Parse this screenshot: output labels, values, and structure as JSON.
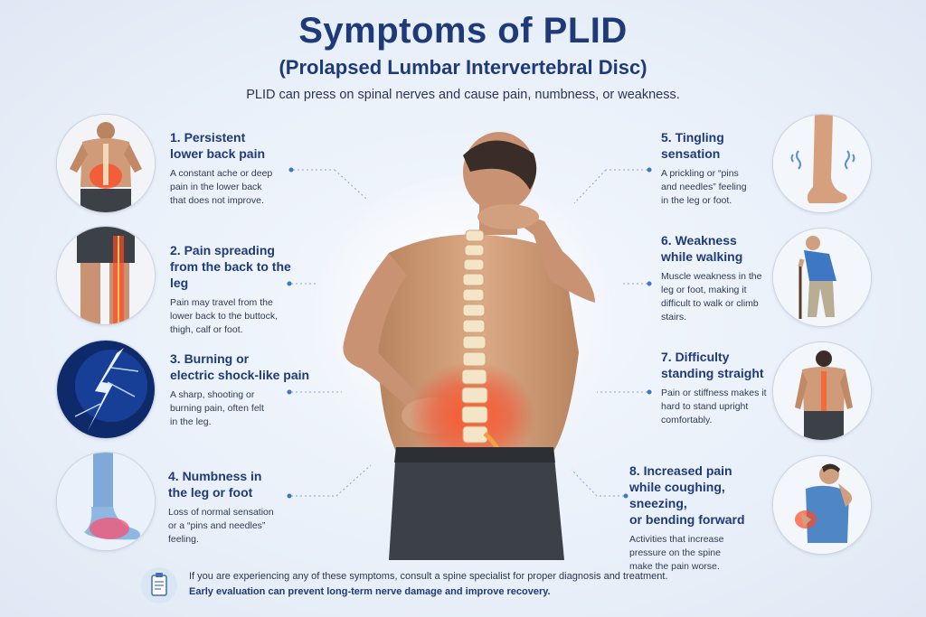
{
  "header": {
    "title": "Symptoms of PLID",
    "subtitle": "(Prolapsed Lumbar Intervertebral Disc)",
    "tagline": "PLID can press on spinal nerves and cause pain, numbness, or weakness."
  },
  "symptoms": [
    {
      "title_line1": "1. Persistent",
      "title_line2": "lower back pain",
      "desc": [
        "A constant ache or deep",
        "pain in the lower back",
        "that does not improve."
      ],
      "icon": "back-pain-icon"
    },
    {
      "title_line1": "2. Pain spreading",
      "title_line2": "from the back to the leg",
      "desc": [
        "Pain may travel from the",
        "lower back to the buttock,",
        "thigh, calf or foot."
      ],
      "icon": "leg-pain-icon"
    },
    {
      "title_line1": "3. Burning or",
      "title_line2": "electric shock-like pain",
      "desc": [
        "A sharp, shooting or",
        "burning pain, often felt",
        "in the leg."
      ],
      "icon": "lightning-icon"
    },
    {
      "title_line1": "4. Numbness in",
      "title_line2": "the leg or foot",
      "desc": [
        "Loss of normal sensation",
        "or a “pins and needles”",
        "feeling."
      ],
      "icon": "foot-numbness-icon"
    },
    {
      "title_line1": "5. Tingling",
      "title_line2": "sensation",
      "desc": [
        "A prickling or “pins",
        "and needles” feeling",
        "in the leg or foot."
      ],
      "icon": "tingling-leg-icon"
    },
    {
      "title_line1": "6. Weakness",
      "title_line2": "while walking",
      "desc": [
        "Muscle weakness in the",
        "leg or foot, making it",
        "difficult to walk or climb",
        "stairs."
      ],
      "icon": "walking-cane-icon"
    },
    {
      "title_line1": "7. Difficulty",
      "title_line2": "standing straight",
      "desc": [
        "Pain or stiffness makes it",
        "hard to stand upright",
        "comfortably."
      ],
      "icon": "standing-back-icon"
    },
    {
      "title_line1": "8. Increased pain",
      "title_line2": "while coughing, sneezing,",
      "title_line3": "or bending forward",
      "desc": [
        "Activities that increase",
        "pressure on the spine",
        "make the pain worse."
      ],
      "icon": "coughing-man-icon"
    }
  ],
  "footer": {
    "line1": "If you are experiencing any of these symptoms, consult a spine specialist for proper diagnosis and treatment.",
    "line2": "Early evaluation can prevent long-term nerve damage and improve recovery.",
    "icon": "clipboard-icon"
  },
  "colors": {
    "title": "#1f3a78",
    "pain": "#e2452b",
    "lightning_bg": "#0e2a6b",
    "skin": "#d9a582"
  }
}
